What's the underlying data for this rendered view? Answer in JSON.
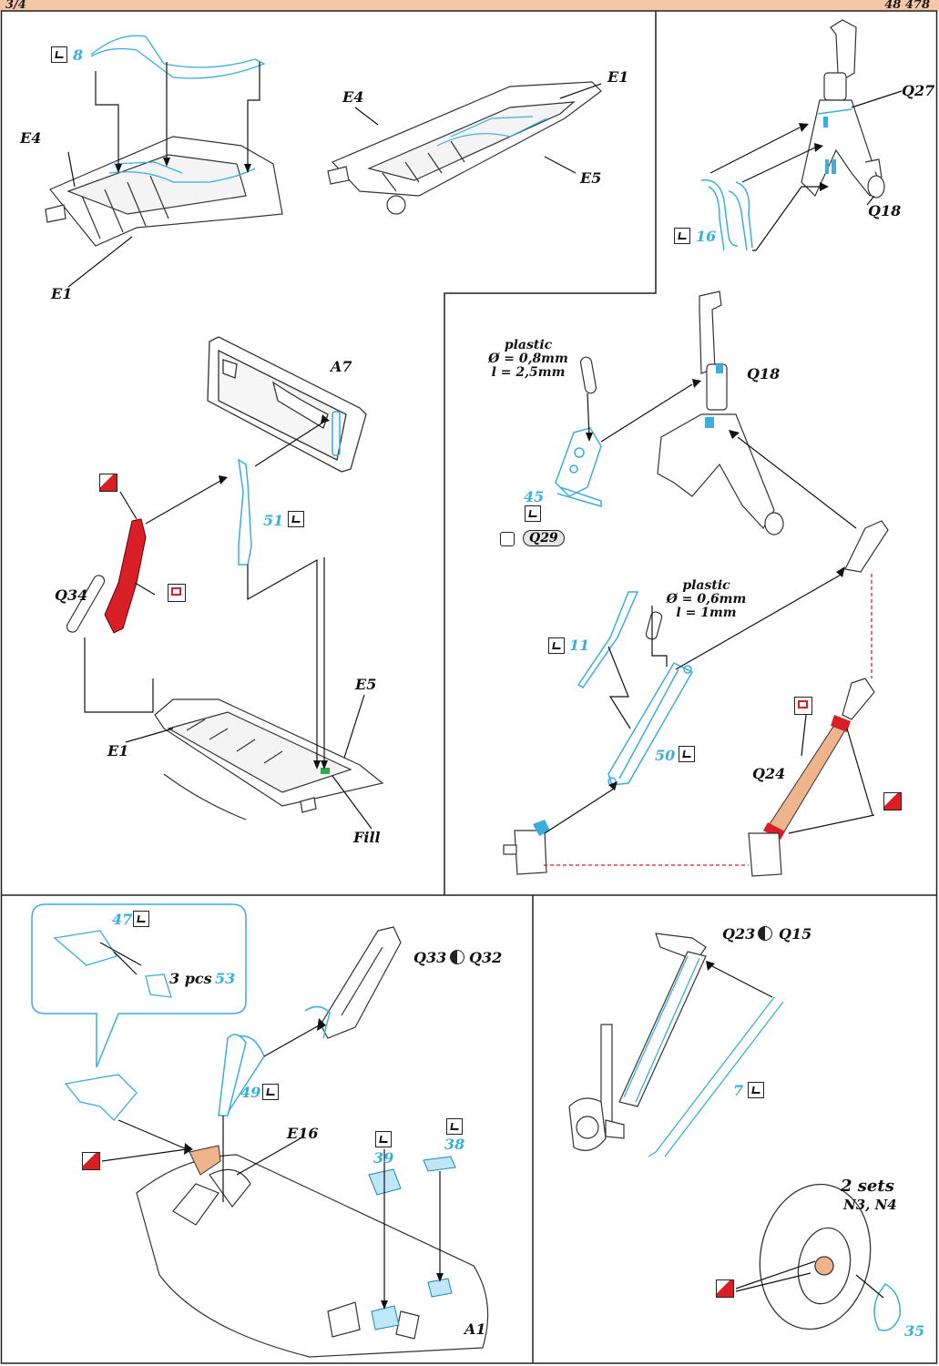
{
  "header": {
    "page": "3/4",
    "code": "48 478"
  },
  "panels": {
    "p1": {
      "labels": {
        "part8": "8",
        "e4a": "E4",
        "e1a": "E1",
        "e4b": "E4",
        "e1b": "E1",
        "e5a": "E5"
      }
    },
    "p2": {
      "labels": {
        "q27": "Q27",
        "q18": "Q18",
        "part16": "16"
      }
    },
    "p3": {
      "labels": {
        "a7": "A7",
        "part51": "51",
        "q34": "Q34",
        "e5": "E5",
        "e1": "E1",
        "fill": "Fill"
      }
    },
    "p4": {
      "labels": {
        "plastic1_title": "plastic",
        "plastic1_d": "Ø = 0,8mm",
        "plastic1_l": "l = 2,5mm",
        "q18": "Q18",
        "part45": "45",
        "q29": "Q29",
        "plastic2_title": "plastic",
        "plastic2_d": "Ø = 0,6mm",
        "plastic2_l": "l = 1mm",
        "part11": "11",
        "part50": "50",
        "q24": "Q24"
      }
    },
    "p5": {
      "labels": {
        "part47": "47",
        "pcs": "3 pcs",
        "part53": "53",
        "q33": "Q33",
        "q32": "Q32",
        "part49": "49",
        "e16": "E16",
        "part39": "39",
        "part38": "38",
        "a1": "A1"
      }
    },
    "p6": {
      "labels": {
        "q23": "Q23",
        "q15": "Q15",
        "part7": "7",
        "sets": "2 sets",
        "n3n4": "N3, N4",
        "part35": "35"
      }
    }
  },
  "colors": {
    "etch_blue": "#3aaee0",
    "paint_red": "#d91f26",
    "header_peach": "#f6c7a4",
    "flesh": "#efb48c"
  }
}
